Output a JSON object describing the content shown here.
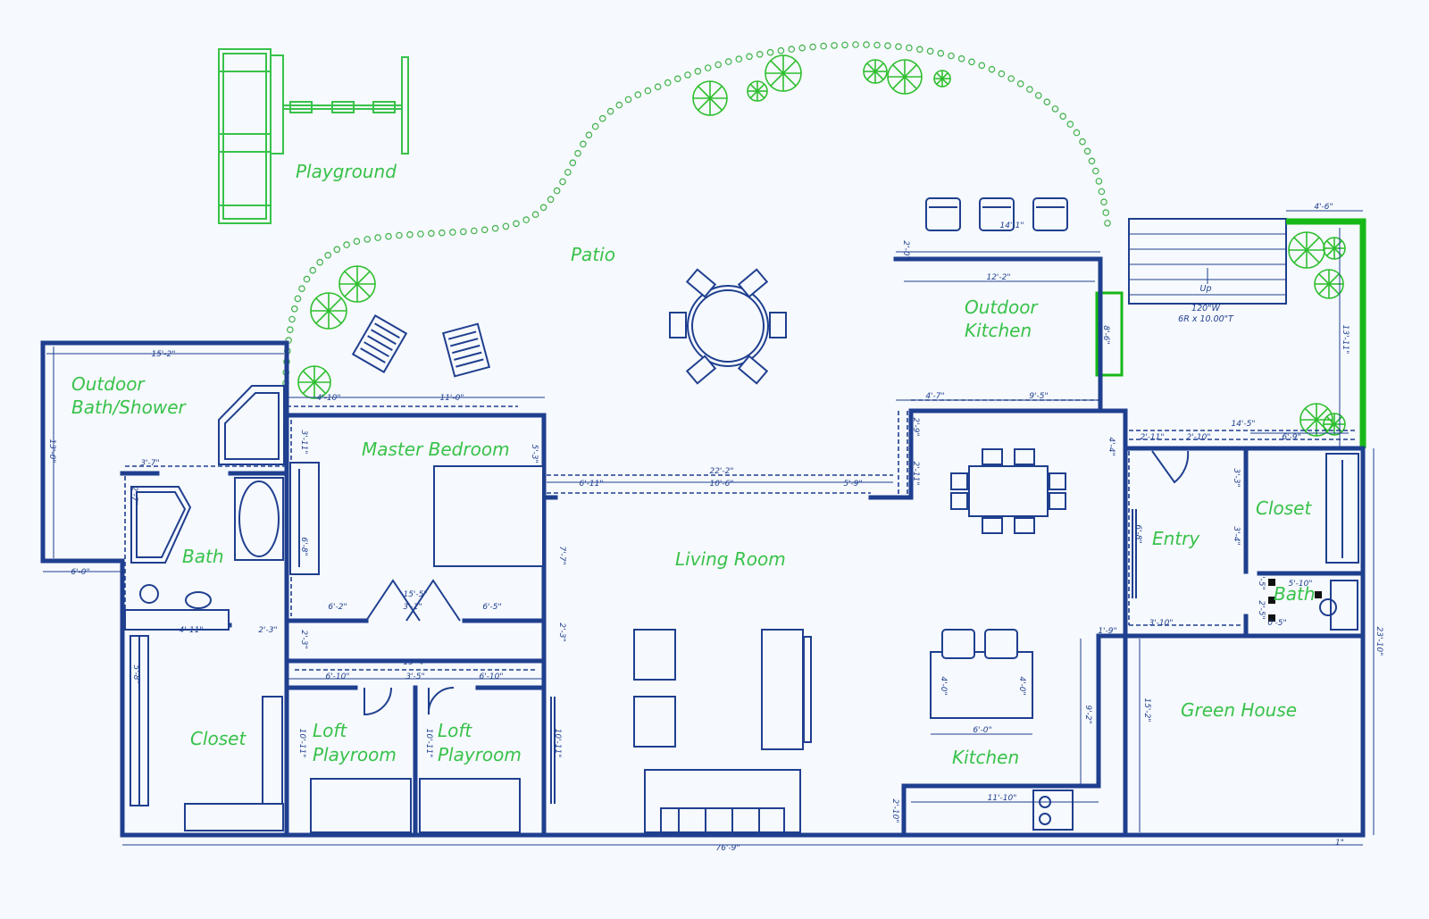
{
  "rooms": {
    "playground": "Playground",
    "patio": "Patio",
    "outdoor_kitchen": [
      "Outdoor",
      "Kitchen"
    ],
    "outdoor_bath": [
      "Outdoor",
      "Bath/Shower"
    ],
    "master_bedroom": "Master Bedroom",
    "bath_main": "Bath",
    "living_room": "Living Room",
    "entry": "Entry",
    "closet_right": "Closet",
    "bath_small": "Bath",
    "closet_left": "Closet",
    "loft_1": [
      "Loft",
      "Playroom"
    ],
    "loft_2": [
      "Loft",
      "Playroom"
    ],
    "kitchen": "Kitchen",
    "green_house": "Green House"
  },
  "stairs": {
    "direction": "Up",
    "width": "120\"W",
    "risers": "6R x 10.00\"T"
  },
  "dims": {
    "total_width": "76'-9\"",
    "right_height": "23'-10\"",
    "right_tail": "1\"",
    "outdoor_bath_w": "15'-2\"",
    "outdoor_bath_h": "13'-0\"",
    "outdoor_bath_base": "6'-0\"",
    "bath_top": "3'-7\"",
    "bath_side": "2'-7\"",
    "bath_vanity": "4'-11\"",
    "bath_vanity_gap": "2'-3\"",
    "mb_left": "4'-10\"",
    "mb_top": "11'-0\"",
    "mb_side": "5'-3\"",
    "mb_closet_side": "3'-11\"",
    "mb_closet_w": "6'-8\"",
    "mb_bottom_left": "6'-2\"",
    "mb_bottom_mid": "3'-1\"",
    "mb_bottom_top": "15'-5\"",
    "mb_bottom_right": "6'-5\"",
    "mb_left_b": "7'-7\"",
    "hall_v": "2'-3\"",
    "hall_v2": "2'-3\"",
    "lr_top_total": "22'-2\"",
    "lr_top_a": "6'-11\"",
    "lr_top_b": "10'-6\"",
    "lr_top_c": "5'-9\"",
    "loft_total": "15'-4\"",
    "loft_a": "6'-10\"",
    "loft_b": "3'-5\"",
    "loft_c": "6'-10\"",
    "loft_h1": "10'-11\"",
    "loft_h2": "10'-11\"",
    "loft_h3": "10'-11\"",
    "closet_left_h": "5'-8\"",
    "ok_top": "14'-1\"",
    "ok_left": "2'-0\"",
    "ok_mid": "12'-2\"",
    "ok_side": "8'-6\"",
    "dining_top_a": "4'-7\"",
    "dining_top_b": "9'-5\"",
    "dining_side_a": "2'-9\"",
    "dining_side_b": "2'-11\"",
    "entry_top_a": "2'-11\"",
    "entry_top_b": "2'-10\"",
    "entry_top_total": "14'-5\"",
    "entry_top_c": "6'-9\"",
    "entry_side": "4'-4\"",
    "entry_h": "6'-8\"",
    "closet_r_a": "3'-3\"",
    "closet_r_b": "3'-4\"",
    "sbath_a": "1'-5\"",
    "sbath_b": "5'-10\"",
    "sbath_c": "2'-5\"",
    "sbath_d": "0'-5\"",
    "gh_top_a": "1'-9\"",
    "gh_top_b": "3'-10\"",
    "gh_h": "15'-2\"",
    "kitchen_h": "9'-2\"",
    "island_h1": "4'-0\"",
    "island_h2": "4'-0\"",
    "island_w": "6'-0\"",
    "kitchen_bottom": "11'-10\"",
    "kitchen_left": "2'-10\"",
    "deck_top": "4'-6\"",
    "deck_side": "13'-11\""
  },
  "colors": {
    "wall": "#1f3f8f",
    "label_green": "#38c24a",
    "garden_green": "#17b817"
  }
}
